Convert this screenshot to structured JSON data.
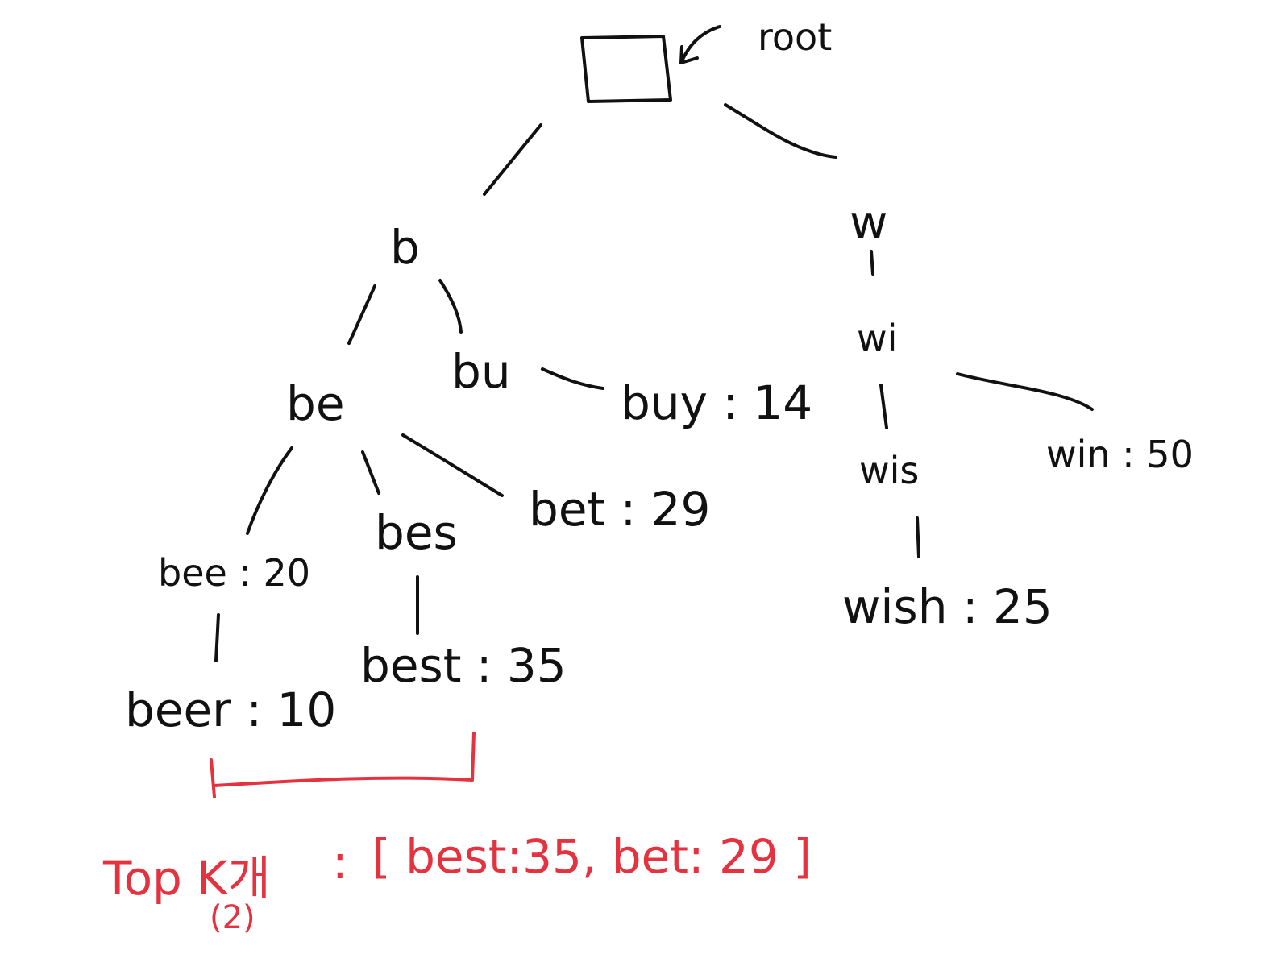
{
  "tree": {
    "root_label": "root",
    "nodes": {
      "b": "b",
      "w": "w",
      "be": "be",
      "bu": "bu",
      "buy": "buy : 14",
      "wi": "wi",
      "bee": "bee : 20",
      "bes": "bes",
      "bet": "bet : 29",
      "wis": "wis",
      "win": "win : 50",
      "beer": "beer : 10",
      "best": "best : 35",
      "wish": "wish : 25"
    }
  },
  "annotation": {
    "label": "Top K개",
    "k_value": "(2)",
    "separator": ":",
    "result": "[ best:35, bet: 29 ]"
  },
  "colors": {
    "ink": "#111111",
    "highlight": "#e5323f"
  }
}
